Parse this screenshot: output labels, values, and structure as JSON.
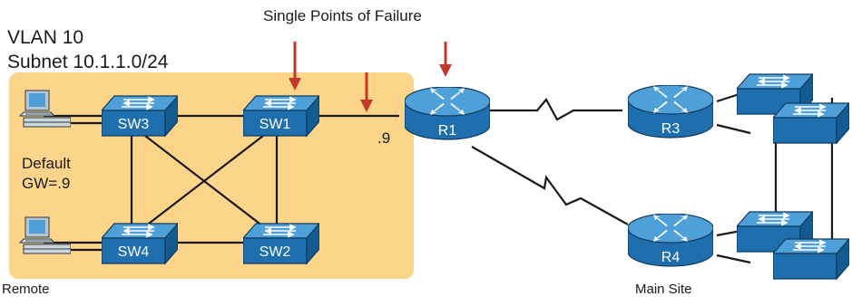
{
  "annotations": {
    "title": "Single Points of Failure",
    "vlan": "VLAN 10",
    "subnet": "Subnet 10.1.1.0/24",
    "default_gw_line1": "Default",
    "default_gw_line2": "GW=.9",
    "router_interface": ".9",
    "remote": "Remote",
    "main_site": "Main Site"
  },
  "devices": {
    "switches": [
      "SW3",
      "SW1",
      "SW4",
      "SW2"
    ],
    "routers": [
      "R1",
      "R3",
      "R4"
    ]
  },
  "colors": {
    "remote_site_area": "#fcd48a",
    "arrow": "#c0392b",
    "device_blue": "#1f6fae",
    "device_top": "#4f9fd8",
    "link": "#1a1a1a"
  }
}
